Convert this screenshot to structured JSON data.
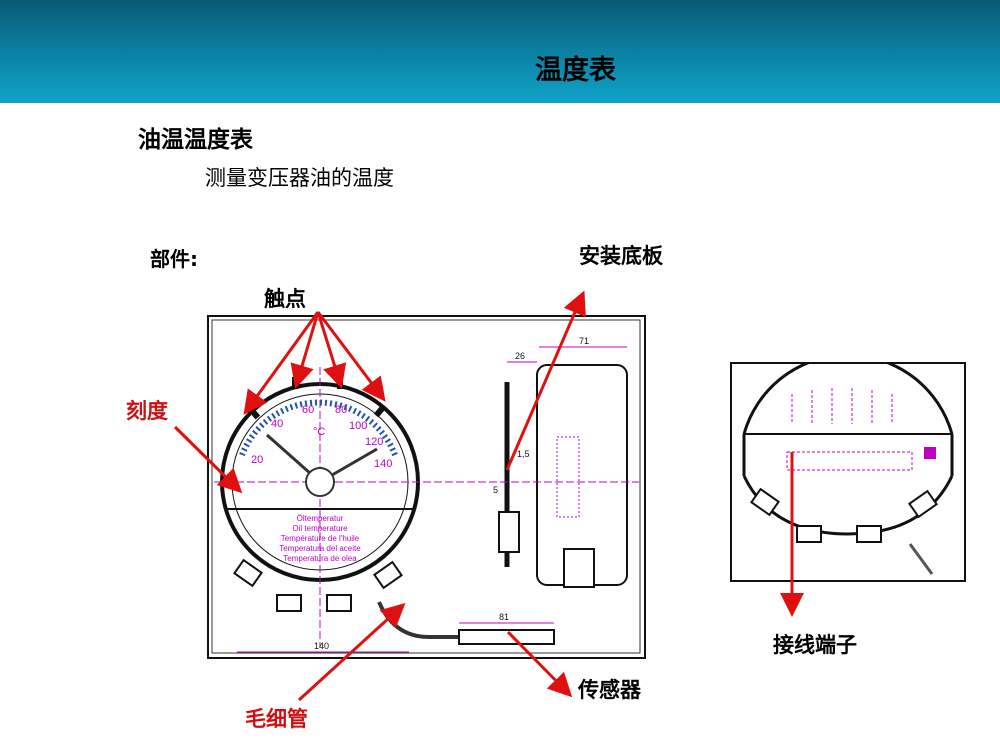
{
  "header": {
    "title": "温度表"
  },
  "section": {
    "subtitle": "油温温度表",
    "description": "测量变压器油的温度",
    "parts_label": "部件:"
  },
  "labels": {
    "contacts": "触点",
    "scale": "刻度",
    "mounting_plate": "安装底板",
    "capillary": "毛细管",
    "sensor": "传感器",
    "terminals": "接线端子"
  },
  "drawing": {
    "scale_numbers": [
      "20",
      "40",
      "60",
      "80",
      "100",
      "120",
      "140"
    ],
    "unit": "°C",
    "dial_text": [
      "Öltemperatur",
      "Oil temperature",
      "Température de l'huile",
      "Temperatura del aceite",
      "Temperatura de olea"
    ],
    "dim_140": "140",
    "dim_81": "81",
    "dim_71": "71",
    "dim_26": "26",
    "dim_1_5": "1,5",
    "dim_5": "5"
  },
  "colors": {
    "header_dark": "#0a5a74",
    "header_light": "#0fa3c9",
    "arrow_red": "#e01010",
    "drawing_magenta": "#c000c0"
  }
}
